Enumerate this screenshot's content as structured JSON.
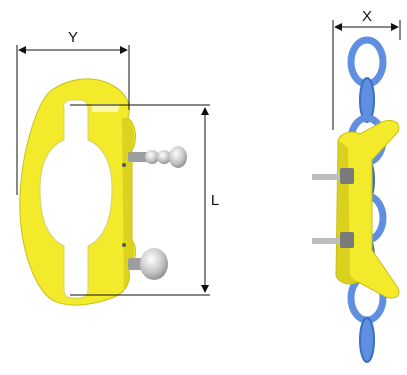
{
  "dimensions": {
    "width_label": "Y",
    "length_label": "L",
    "chain_width_label": "X"
  },
  "colors": {
    "body_yellow": "#f2ea2a",
    "body_shadow": "#c9c018",
    "chain_blue": "#5f8fe0",
    "chain_blue_dark": "#3d6cc4",
    "pin_grey": "#c9c9c9",
    "line": "#111111"
  }
}
